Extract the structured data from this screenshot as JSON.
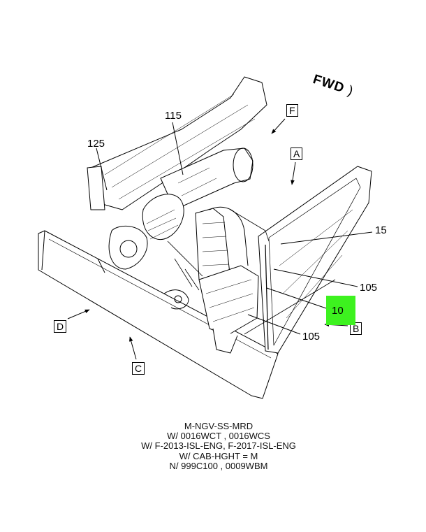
{
  "diagram": {
    "orientation_label": "FWD",
    "callouts": [
      "115",
      "125",
      "15",
      "105",
      "105"
    ],
    "view_labels": [
      "F",
      "A",
      "B",
      "C",
      "D"
    ],
    "hotspot": {
      "label": "10",
      "color": "#3df21f"
    }
  },
  "notes": [
    "M-NGV-SS-MRD",
    "W/ 0016WCT , 0016WCS",
    "W/ F-2013-ISL-ENG, F-2017-ISL-ENG",
    "W/ CAB-HGHT = M",
    "N/ 999C100 , 0009WBM"
  ]
}
